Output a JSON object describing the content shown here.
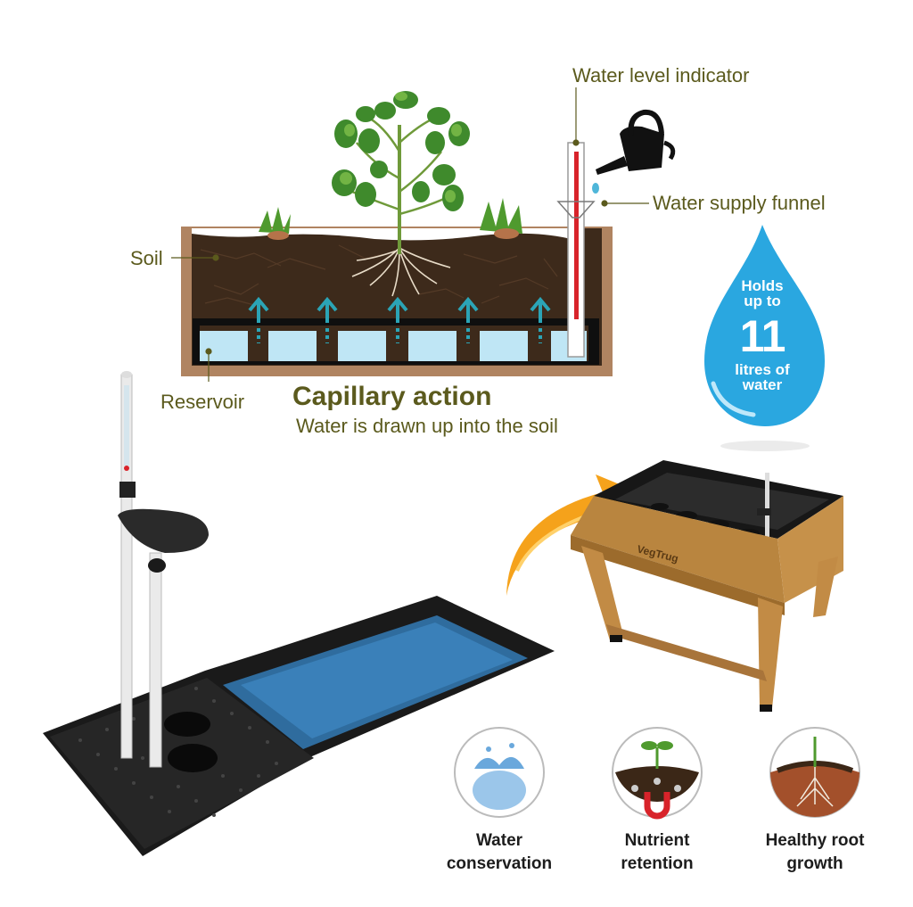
{
  "labels": {
    "water_level_indicator": "Water level indicator",
    "water_supply_funnel": "Water supply funnel",
    "soil": "Soil",
    "reservoir": "Reservoir"
  },
  "caption": {
    "title": "Capillary action",
    "subtitle": "Water is drawn up into the soil"
  },
  "drop": {
    "line1": "Holds",
    "line2": "up to",
    "number": "11",
    "line3": "litres of",
    "line4": "water"
  },
  "product_label": "VegTrug",
  "benefits": [
    {
      "line1": "Water",
      "line2": "conservation",
      "icon": "water-bowl-icon"
    },
    {
      "line1": "Nutrient",
      "line2": "retention",
      "icon": "soil-nutrient-icon"
    },
    {
      "line1": "Healthy root",
      "line2": "growth",
      "icon": "root-icon"
    }
  ],
  "colors": {
    "label_text": "#5b5a1d",
    "soil": "#3d2a1b",
    "planter_wall": "#b08461",
    "reservoir_water": "#bfe6f5",
    "arrow_teal": "#2ba4b6",
    "indicator_red": "#d8232a",
    "drop_blue": "#2aa7e0",
    "orange_arrow": "#f5a21b"
  }
}
